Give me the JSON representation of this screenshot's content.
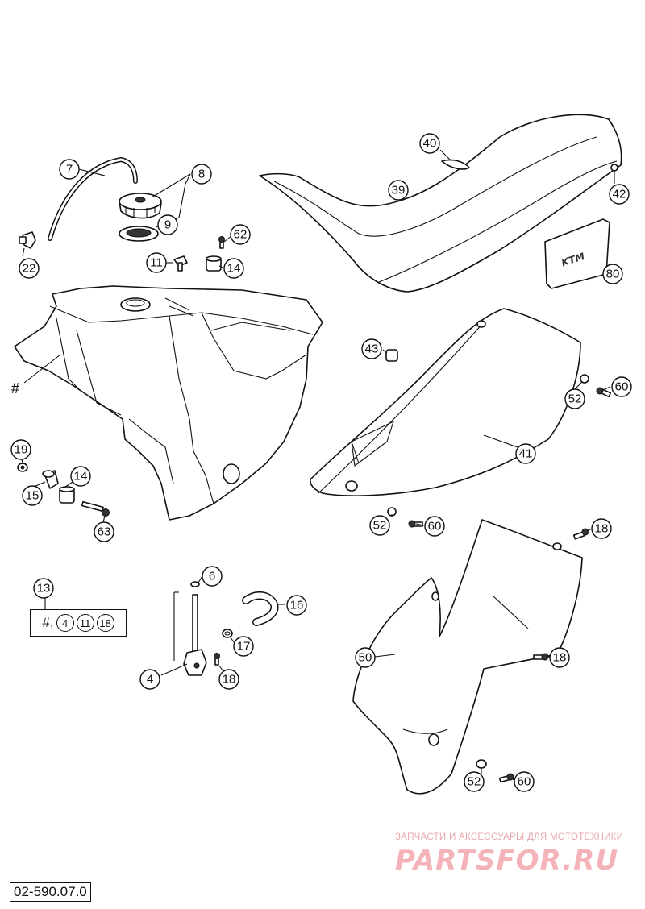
{
  "diagram": {
    "callouts": [
      {
        "id": "c7",
        "label": "7"
      },
      {
        "id": "c8",
        "label": "8"
      },
      {
        "id": "c9",
        "label": "9"
      },
      {
        "id": "c22",
        "label": "22"
      },
      {
        "id": "c62",
        "label": "62"
      },
      {
        "id": "c11",
        "label": "11"
      },
      {
        "id": "c14a",
        "label": "14"
      },
      {
        "id": "c40",
        "label": "40"
      },
      {
        "id": "c39",
        "label": "39"
      },
      {
        "id": "c42",
        "label": "42"
      },
      {
        "id": "c80",
        "label": "80"
      },
      {
        "id": "c43",
        "label": "43"
      },
      {
        "id": "c52a",
        "label": "52"
      },
      {
        "id": "c60a",
        "label": "60"
      },
      {
        "id": "c41",
        "label": "41"
      },
      {
        "id": "c19",
        "label": "19"
      },
      {
        "id": "c14b",
        "label": "14"
      },
      {
        "id": "c15",
        "label": "15"
      },
      {
        "id": "c63",
        "label": "63"
      },
      {
        "id": "c52b",
        "label": "52"
      },
      {
        "id": "c60b",
        "label": "60"
      },
      {
        "id": "c18a",
        "label": "18"
      },
      {
        "id": "c13",
        "label": "13"
      },
      {
        "id": "c6",
        "label": "6"
      },
      {
        "id": "c16",
        "label": "16"
      },
      {
        "id": "c17",
        "label": "17"
      },
      {
        "id": "c4",
        "label": "4"
      },
      {
        "id": "c18b",
        "label": "18"
      },
      {
        "id": "c50",
        "label": "50"
      },
      {
        "id": "c18c",
        "label": "18"
      },
      {
        "id": "c52c",
        "label": "52"
      },
      {
        "id": "c60c",
        "label": "60"
      }
    ],
    "hash_marker": "#",
    "kit_box": {
      "prefix": "#,",
      "items": [
        "4",
        "11",
        "18"
      ]
    },
    "diagram_code": "02-590.07.0",
    "decal_logo_text": "KTM"
  },
  "watermark": {
    "subtitle": "ЗАПЧАСТИ И АКСЕССУАРЫ ДЛЯ МОТОТЕХНИКИ",
    "brand": "PARTSFOR.RU"
  }
}
